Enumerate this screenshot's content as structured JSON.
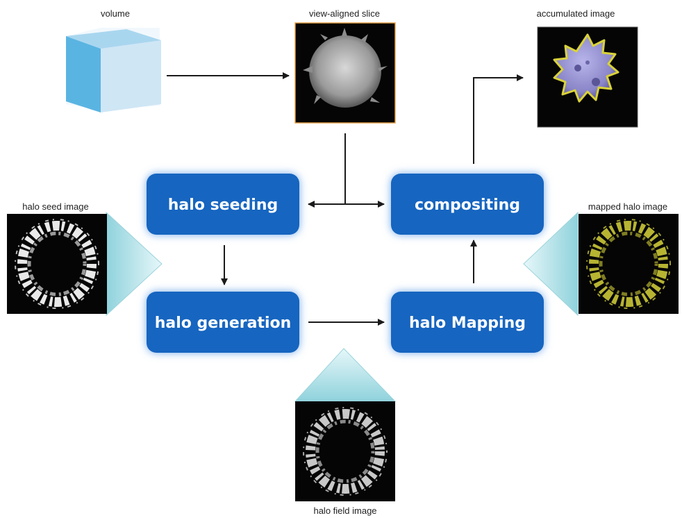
{
  "colors": {
    "process_box": "#1565c0",
    "process_glow": "#5d9be6",
    "arrow": "#1a1a1a",
    "cube_front": "#cfe6f5",
    "cube_side": "#5ab4e2",
    "funnel": "#bfe8ee"
  },
  "nodes": {
    "halo_seeding": "halo seeding",
    "compositing": "compositing",
    "halo_generation": "halo generation",
    "halo_mapping": "halo Mapping"
  },
  "images": {
    "volume": "volume",
    "view_aligned_slice": "view-aligned slice",
    "accumulated_image": "accumulated image",
    "halo_seed_image": "halo seed image",
    "mapped_halo_image": "mapped halo image",
    "halo_field_image": "halo field image"
  },
  "edges": [
    {
      "from": "volume",
      "to": "view-aligned slice"
    },
    {
      "from": "view-aligned slice",
      "to": "halo seeding"
    },
    {
      "from": "view-aligned slice",
      "to": "compositing"
    },
    {
      "from": "halo seeding",
      "to": "halo generation"
    },
    {
      "from": "halo generation",
      "to": "halo Mapping"
    },
    {
      "from": "halo Mapping",
      "to": "compositing"
    },
    {
      "from": "compositing",
      "to": "accumulated image"
    }
  ]
}
